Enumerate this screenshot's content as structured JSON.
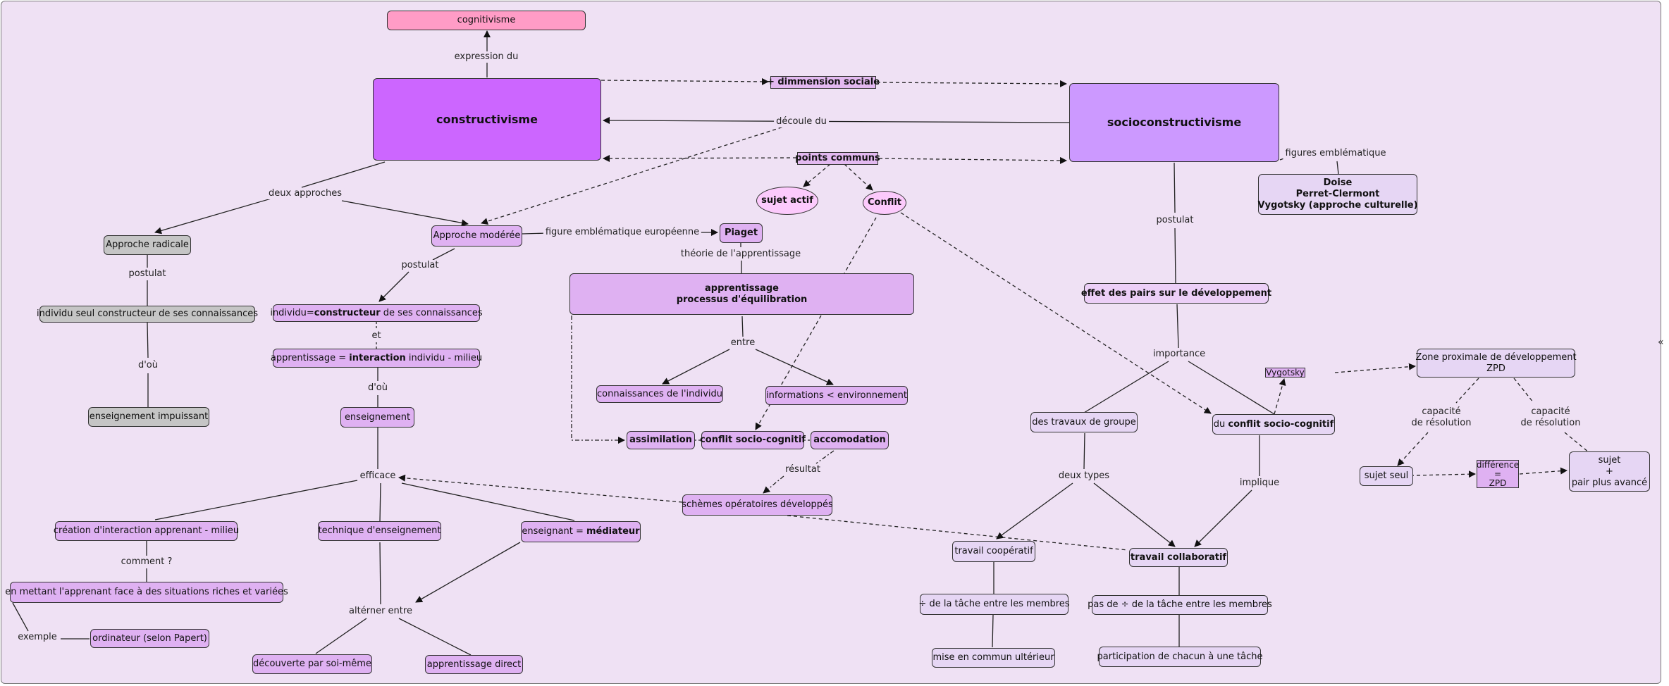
{
  "nodes": {
    "cognitivisme": "cognitivisme",
    "constructivisme": "constructivisme",
    "dimmension_sociale": "+ dimmension sociale",
    "socioconstructivisme": "socioconstructivisme",
    "points_communs": "points communs",
    "sujet_actif": "sujet actif",
    "conflit": "Conflit",
    "doise_l1": "Doise",
    "doise_l2": "Perret-Clermont",
    "doise_l3": "Vygotsky (approche culturelle)",
    "approche_radicale": "Approche radicale",
    "approche_moderee": "Approche modérée",
    "piaget": "Piaget",
    "apprentissage_l1": "apprentissage",
    "apprentissage_l2": "processus d'équilibration",
    "effet_pairs": "effet des pairs sur le développement",
    "individu_seul": "individu seul constructeur de ses connaissances",
    "individu_constructeur_a": "individu=",
    "individu_constructeur_b": "constructeur",
    "individu_constructeur_c": " de ses connaissances",
    "apprentissage_interaction_a": "apprentissage = ",
    "apprentissage_interaction_b": "interaction",
    "apprentissage_interaction_c": " individu - milieu",
    "enseignement_impuissant": "enseignement impuissant",
    "enseignement": "enseignement",
    "connaissances_individu": "connaissances de l'individu",
    "informations_env": "informations < environnement",
    "assimilation": "assimilation",
    "conflit_socio": "conflit socio-cognitif",
    "accomodation": "accomodation",
    "schemes": "schèmes opératoires développés",
    "vygotsky": "Vygotsky",
    "zpd_l1": "Zone proximale de développement",
    "zpd_l2": "ZPD",
    "travaux_groupe": "des travaux de groupe",
    "du_conflit_a": "du ",
    "du_conflit_b": "conflit socio-cognitif",
    "sujet_seul": "sujet seul",
    "difference_l1": "différence",
    "difference_l2": "=",
    "difference_l3": "ZPD",
    "sujet_avance_l1": "sujet",
    "sujet_avance_l2": "+",
    "sujet_avance_l3": "pair plus avancé",
    "creation_interaction": "création d'interaction apprenant - milieu",
    "technique": "technique d'enseignement",
    "enseignant_a": "enseignant = ",
    "enseignant_b": "médiateur",
    "en_mettant": "en mettant l'apprenant face à des situations riches et variées",
    "ordinateur": "ordinateur (selon Papert)",
    "travail_coop": "travail coopératif",
    "travail_collab": "travail collaboratif",
    "division_membres": "÷ de la tâche entre les membres",
    "pas_division": "pas de ÷ de la tâche entre les membres",
    "mise_en_commun": "mise en commun ultérieur",
    "participation": "participation de chacun à une tâche",
    "decouverte": "découverte par soi-même",
    "apprentissage_direct": "apprentissage direct"
  },
  "labels": {
    "expression_du": "expression du",
    "decoule_du": "découle du",
    "figures_emblematique": "figures emblématique",
    "deux_approches": "deux approches",
    "figure_europeenne": "figure emblématique européenne",
    "theorie": "théorie de l'apprentissage",
    "postulat_left": "postulat",
    "postulat_mid": "postulat",
    "postulat_right": "postulat",
    "et": "et",
    "dou_left": "d'où",
    "dou_mid": "d'où",
    "entre": "entre",
    "importance": "importance",
    "capacite_l1_a": "capacité",
    "capacite_l2_a": "de résolution",
    "capacite_l1_b": "capacité",
    "capacite_l2_b": "de résolution",
    "resultat": "résultat",
    "efficace": "efficace",
    "deux_types": "deux types",
    "implique": "implique",
    "comment": "comment ?",
    "exemple": "exemple",
    "alterner": "altérner entre"
  },
  "icons": {
    "collapse": "«"
  },
  "colors": {
    "constructivisme": "#cc66ff",
    "socioconstructivisme": "#cc99ff",
    "cognitivisme": "#ff9cc6",
    "concept": "#e3b9f0",
    "background": "#efe1f4",
    "radical": "#c5c5c5"
  }
}
